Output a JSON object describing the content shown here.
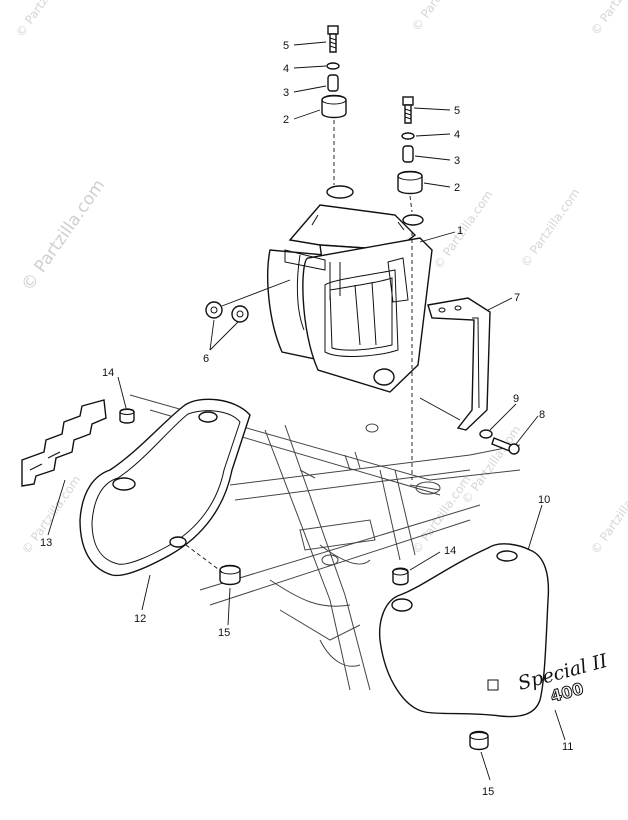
{
  "watermarks": {
    "main": "© Partzilla.com",
    "repeat": "© Partzilla.com"
  },
  "callouts": {
    "c1": "1",
    "c2a": "2",
    "c2b": "2",
    "c3a": "3",
    "c3b": "3",
    "c4a": "4",
    "c4b": "4",
    "c5a": "5",
    "c5b": "5",
    "c6": "6",
    "c7": "7",
    "c8": "8",
    "c9": "9",
    "c10": "10",
    "c11": "11",
    "c12": "12",
    "c13": "13",
    "c14a": "14",
    "c14b": "14",
    "c15a": "15",
    "c15b": "15"
  },
  "emblem": {
    "script": "Special II",
    "number": "400"
  },
  "colors": {
    "ink": "#111111",
    "watermark": "#cfcfcf",
    "background": "#ffffff"
  }
}
